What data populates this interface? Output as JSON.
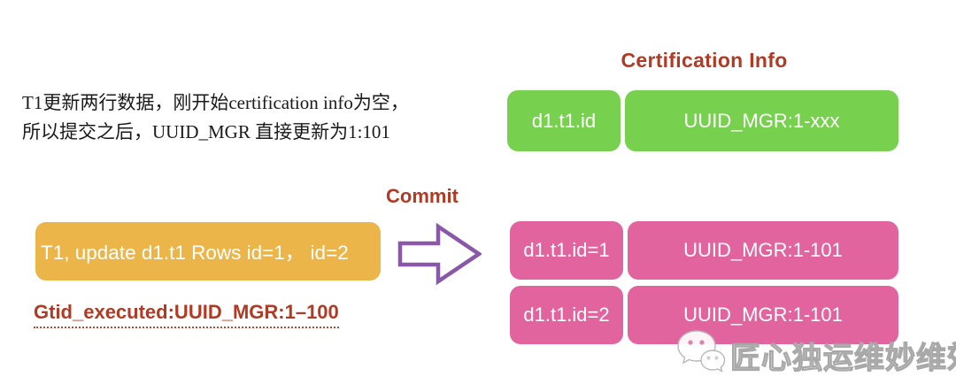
{
  "description": {
    "line1": "T1更新两行数据，刚开始certification info为空，",
    "line2": "所以提交之后，UUID_MGR 直接更新为1:101"
  },
  "certification": {
    "title": "Certification Info",
    "initial_row": {
      "key": "d1.t1.id",
      "value": "UUID_MGR:1-xxx"
    },
    "rows": [
      {
        "key": "d1.t1.id=1",
        "value": "UUID_MGR:1-101"
      },
      {
        "key": "d1.t1.id=2",
        "value": "UUID_MGR:1-101"
      }
    ]
  },
  "transaction": {
    "label": "T1, update d1.t1 Rows id=1，  id=2",
    "gtid_executed": "Gtid_executed:UUID_MGR:1–100",
    "commit_label": "Commit"
  },
  "watermark": {
    "icon": "wechat-icon",
    "text": "匠心独运维妙维效"
  },
  "colors": {
    "green": "#77d14e",
    "pink": "#e2649e",
    "orange": "#ecb54a",
    "purple": "#8a58a8",
    "dark_red": "#b13a24"
  }
}
